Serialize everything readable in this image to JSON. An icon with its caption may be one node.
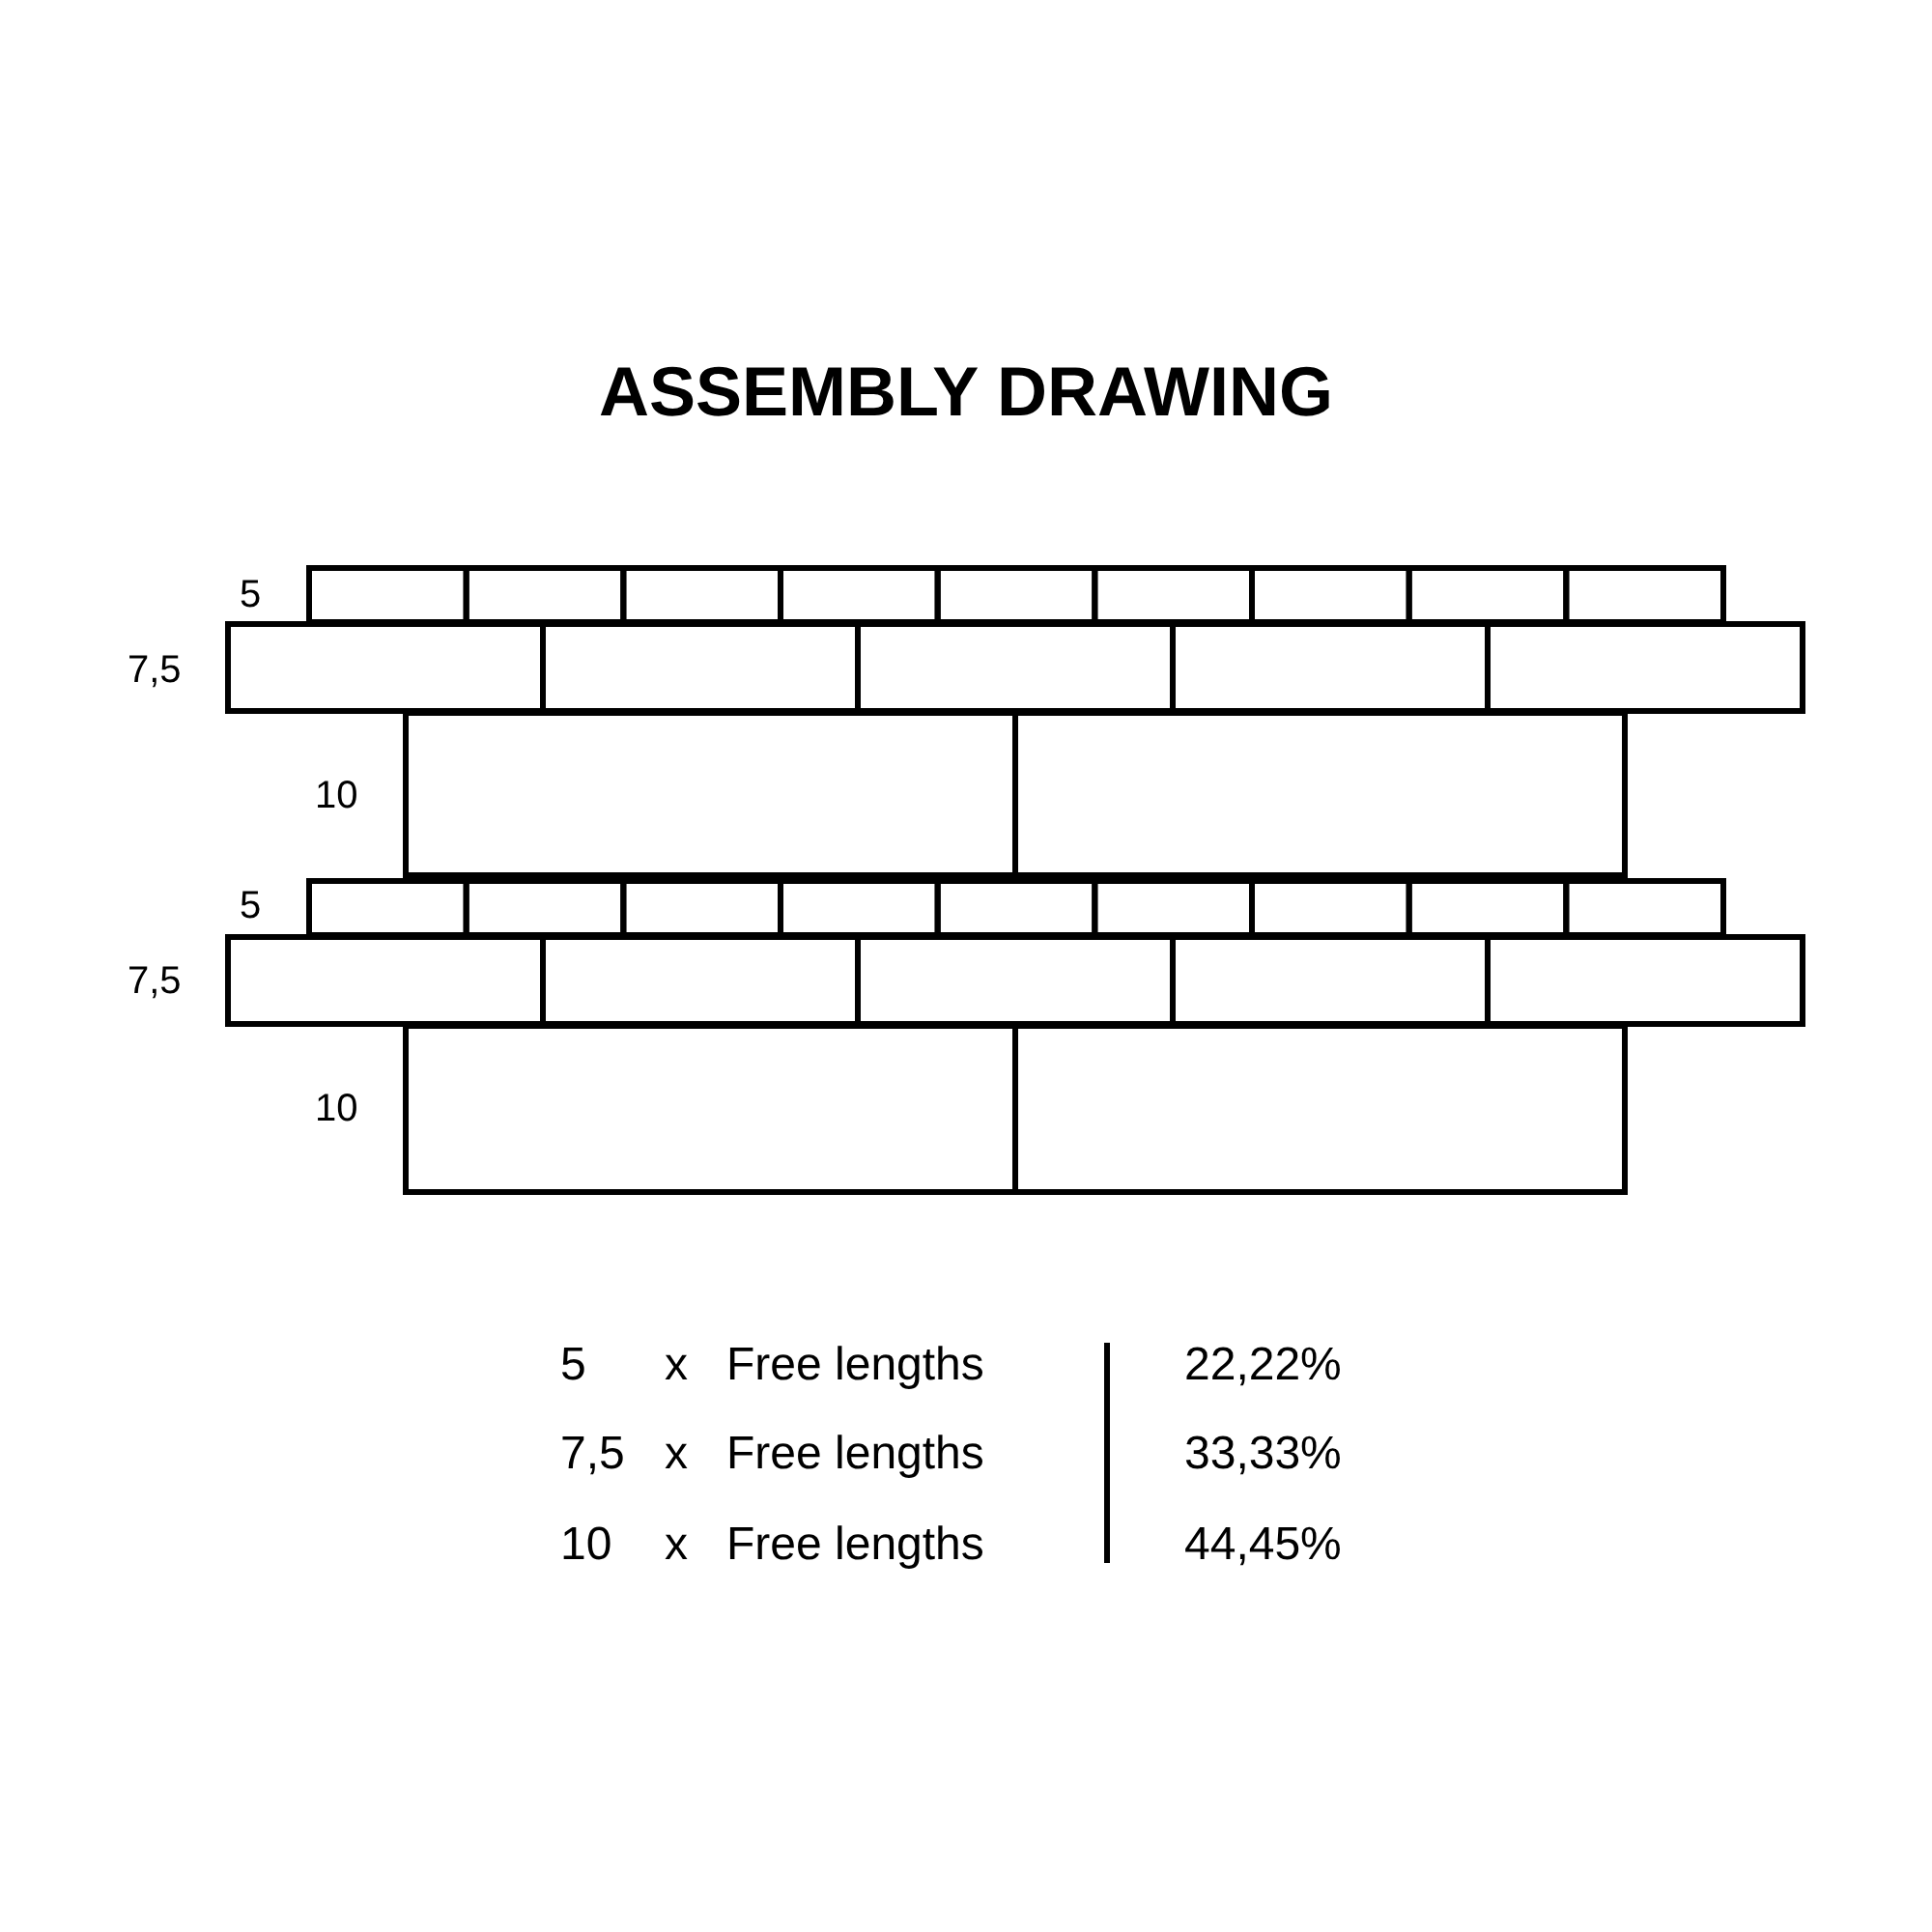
{
  "diagram": {
    "title": "ASSEMBLY DRAWING",
    "labels": [
      "5",
      "7,5",
      "10",
      "5",
      "7,5",
      "10",
      "5",
      "x",
      "Free lengths",
      "22,22%",
      "7,5",
      "x",
      "Free lengths",
      "33,33%",
      "10",
      "x",
      "Free lengths",
      "44,45%"
    ]
  }
}
